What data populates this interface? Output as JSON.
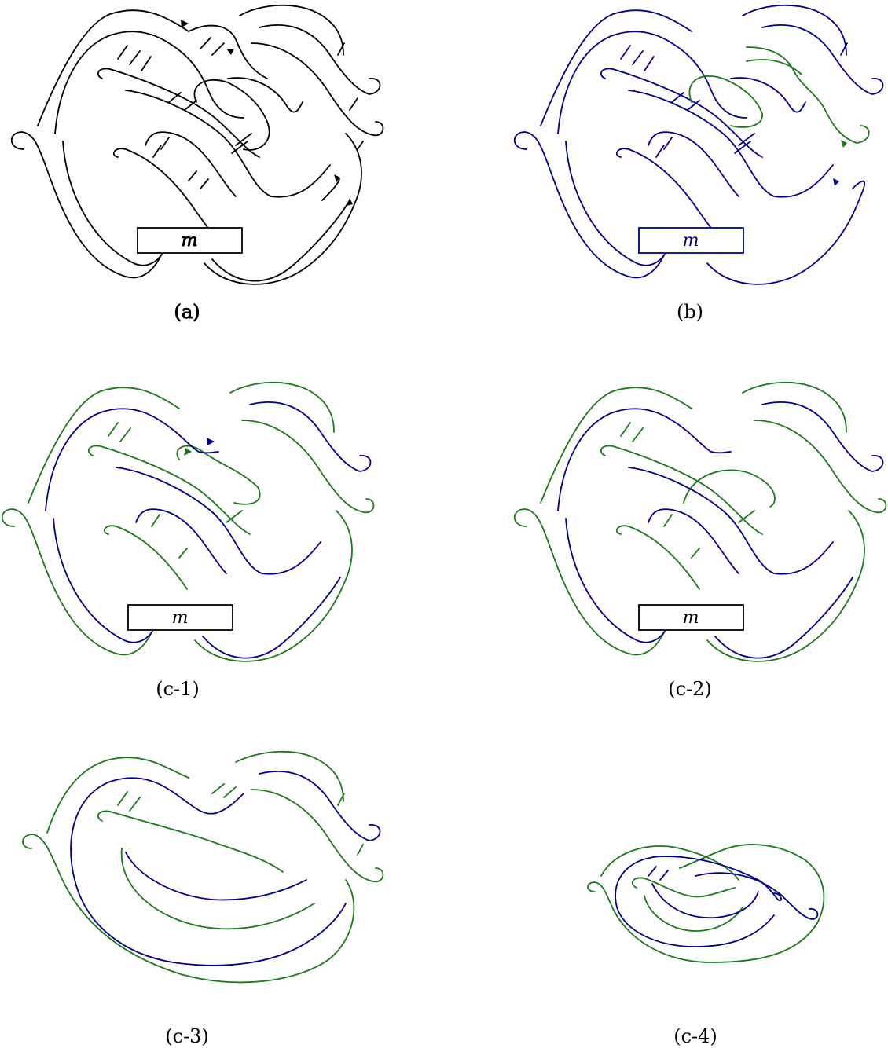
{
  "colors": {
    "black": "#000000",
    "blue": "#00008b",
    "green": "#1a7a1a"
  },
  "panels": [
    {
      "id": "a",
      "label": "(a)",
      "box_text": "m",
      "scheme": "mono"
    },
    {
      "id": "b",
      "label": "(b)",
      "box_text": "m",
      "scheme": "blue-green-b"
    },
    {
      "id": "c1",
      "label": "(c-1)",
      "box_text": "m",
      "scheme": "blue-green-c"
    },
    {
      "id": "c2",
      "label": "(c-2)",
      "box_text": "m",
      "scheme": "blue-green-c"
    },
    {
      "id": "c3",
      "label": "(c-3)",
      "box_text": "",
      "scheme": "blue-green-c"
    },
    {
      "id": "c4",
      "label": "(c-4)",
      "box_text": "",
      "scheme": "blue-green-c"
    }
  ]
}
